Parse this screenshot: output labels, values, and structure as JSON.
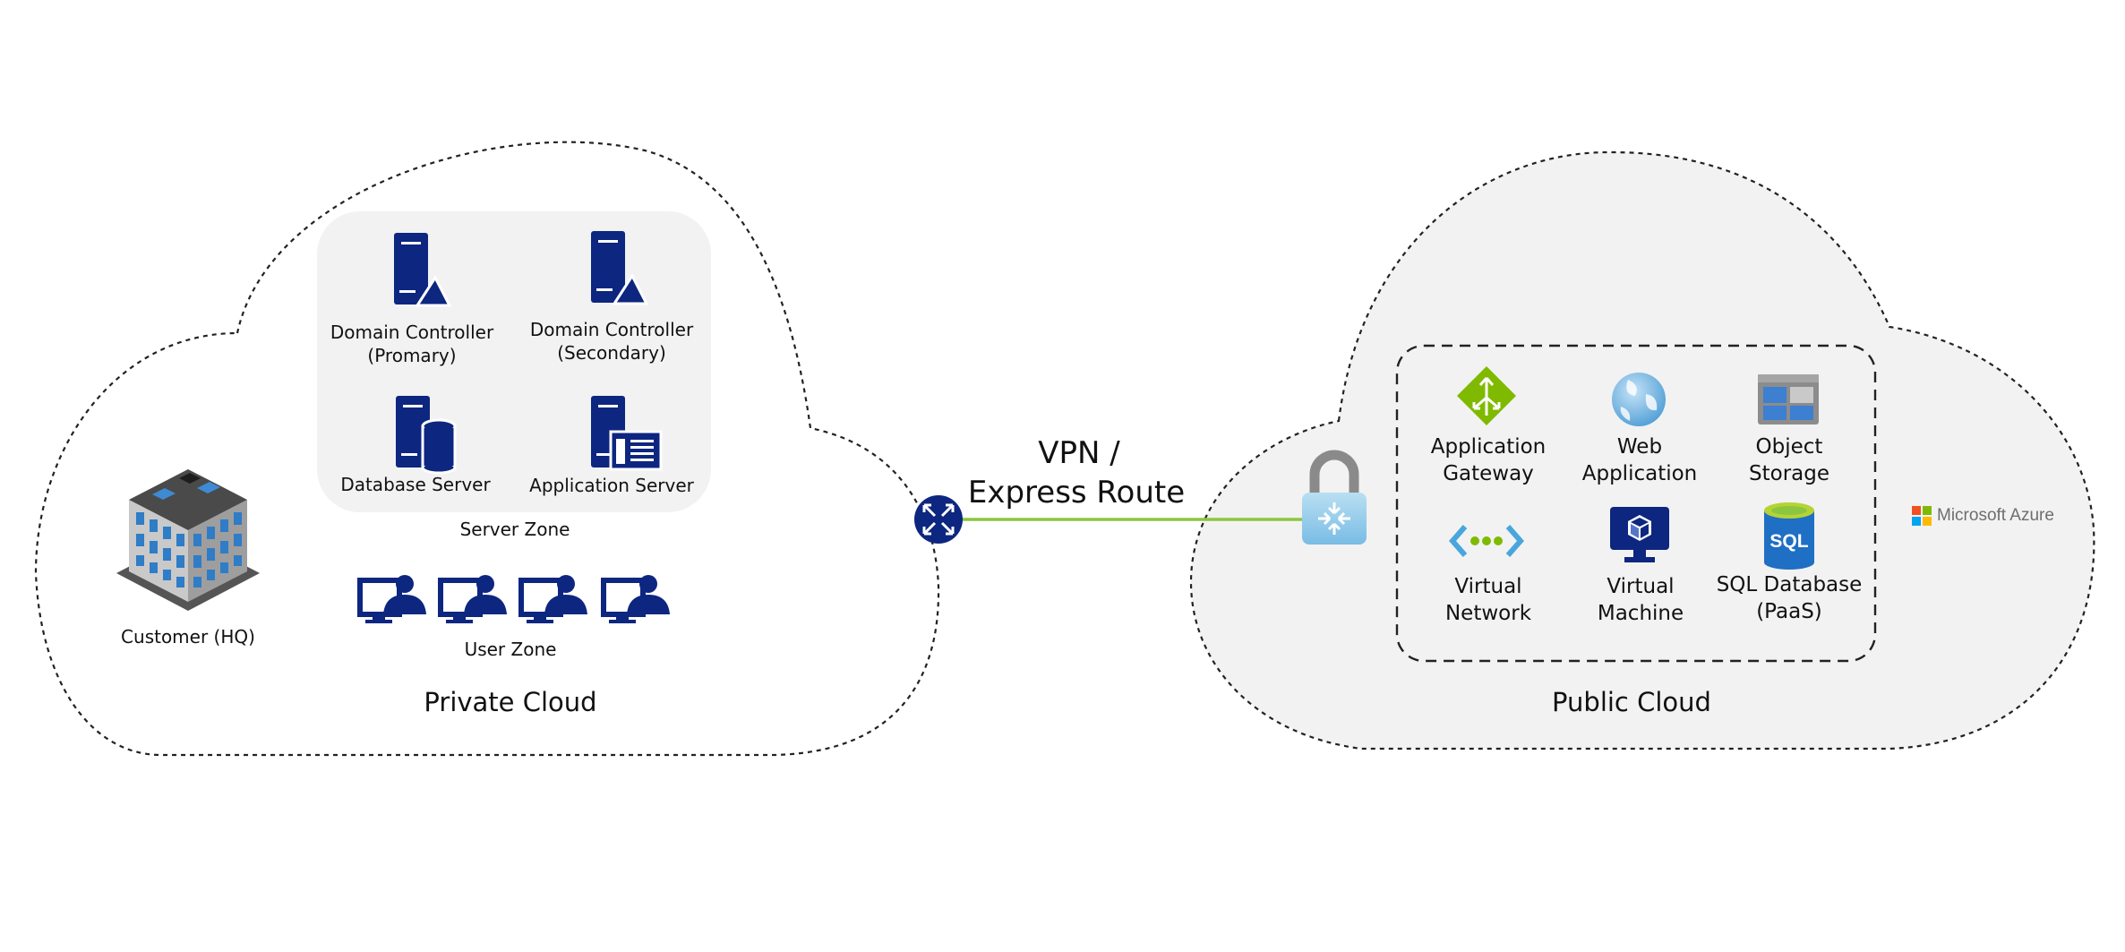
{
  "private_cloud": {
    "title": "Private Cloud",
    "customer_label": "Customer (HQ)",
    "server_zone": {
      "label": "Server Zone",
      "servers": [
        {
          "name": "Domain Controller\n(Promary)",
          "icon": "domain-controller-icon"
        },
        {
          "name": "Domain Controller\n(Secondary)",
          "icon": "domain-controller-icon"
        },
        {
          "name": "Database Server",
          "icon": "database-server-icon"
        },
        {
          "name": "Application Server",
          "icon": "application-server-icon"
        }
      ]
    },
    "user_zone": {
      "label": "User Zone",
      "user_count": 4
    }
  },
  "connection": {
    "label_line1": "VPN /",
    "label_line2": "Express Route"
  },
  "public_cloud": {
    "title": "Public Cloud",
    "services": [
      {
        "name": "Application\nGateway",
        "icon": "application-gateway-icon"
      },
      {
        "name": "Web\nApplication",
        "icon": "web-application-icon"
      },
      {
        "name": "Object\nStorage",
        "icon": "object-storage-icon"
      },
      {
        "name": "Virtual\nNetwork",
        "icon": "virtual-network-icon"
      },
      {
        "name": "Virtual\nMachine",
        "icon": "virtual-machine-icon"
      },
      {
        "name": "SQL Database\n(PaaS)",
        "icon": "sql-database-icon"
      }
    ],
    "vendor_logo": "Microsoft Azure",
    "sql_icon_text": "SQL"
  },
  "colors": {
    "navy": "#0d2680",
    "link_green": "#8cc63f",
    "cloud_fill_public": "#f2f2f2",
    "zone_fill": "#f2f2f2"
  }
}
